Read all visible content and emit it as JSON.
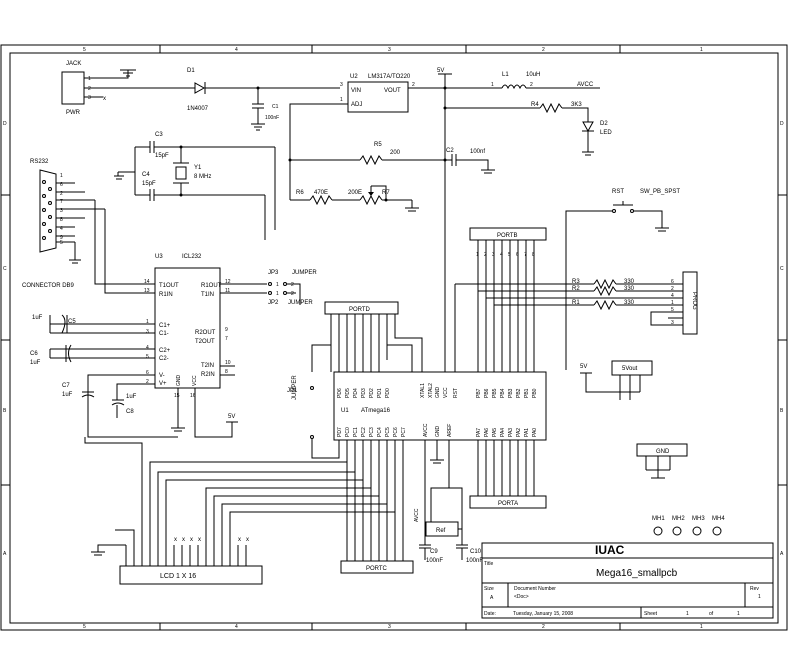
{
  "title_block": {
    "company": "IUAC",
    "title_label": "Title",
    "title": "Mega16_smallpcb",
    "size_label": "Size",
    "size": "A",
    "docnum_label": "Document Number",
    "docnum": "<Doc>",
    "rev_label": "Rev",
    "rev": "1",
    "date_label": "Date:",
    "date": "Tuesday, January 15, 2008",
    "sheet_label": "Sheet",
    "sheet": "1",
    "of_label": "of",
    "sheets": "1"
  },
  "border": {
    "cols": [
      "5",
      "4",
      "3",
      "2",
      "1"
    ],
    "rows": [
      "D",
      "C",
      "B",
      "A"
    ]
  },
  "labels": {
    "jack": "JACK",
    "pwr": "PWR",
    "d1": "D1",
    "d1_part": "1N4007",
    "u2": "U2",
    "u2_part": "LM317A/TO220",
    "vin": "VIN",
    "vout": "VOUT",
    "adj": "ADJ",
    "c1": "C1",
    "c1_val": "100nF",
    "v5": "5V",
    "l1": "L1",
    "l1_val": "10uH",
    "avcc": "AVCC",
    "r4": "R4",
    "r4_val": "3K3",
    "d2": "D2",
    "d2_part": "LED",
    "c3": "C3",
    "c3_val": "15pF",
    "c4": "C4",
    "c4_val": "15pF",
    "y1": "Y1",
    "y1_val": "8 MHz",
    "r5": "R5",
    "r5_val": "200",
    "c2": "C2",
    "c2_val": "100nf",
    "r6": "R6",
    "r6_val": "470E",
    "r7_val": "200E",
    "r7": "R7",
    "rst": "RST",
    "sw": "SW_PB_SPST",
    "rs232": "RS232",
    "connector": "CONNECTOR DB9",
    "u3": "U3",
    "icl": "ICL232",
    "jp3": "JP3",
    "jp3_part": "JUMPER",
    "jp2": "JP2",
    "jp2_part": "JUMPER",
    "portb": "PORTB",
    "portd": "PORTD",
    "porta": "PORTA",
    "portc": "PORTC",
    "r1": "R1",
    "r2": "R2",
    "r3": "R3",
    "r330": "330",
    "prog": "PROG",
    "v5out": "5Vout",
    "gnd_hdr": "GND",
    "c5_val": "1uF",
    "c5": "C5",
    "c6": "C6",
    "c6_val": "1uF",
    "c7": "C7",
    "c7_val": "1uF",
    "c8": "C8",
    "c8_val": "1uF",
    "jp1": "JP1",
    "jp1_part": "JUMPER",
    "u1": "U1",
    "atmega": "ATmega16",
    "ref": "Ref",
    "c9": "C9",
    "c9_val": "100nF",
    "c10": "C10",
    "c10_val": "100nF",
    "lcd": "LCD 1 X 16",
    "mh1": "MH1",
    "mh2": "MH2",
    "mh3": "MH3",
    "mh4": "MH4",
    "avcc2": "AVCC"
  },
  "u3_pins_left": [
    "T1OUT",
    "R1IN",
    "C1+",
    "C1-",
    "C2+",
    "C2-",
    "V-",
    "V+"
  ],
  "u3_pins_right": [
    "R1OUT",
    "T1IN",
    "R2OUT",
    "T2OUT",
    "T2IN",
    "R2IN"
  ],
  "u3_pins_bottom": [
    "GND",
    "VCC"
  ],
  "u1_top": [
    "PD6",
    "PD5",
    "PD4",
    "PD3",
    "PD2",
    "PD1",
    "PD0",
    "XTAL1",
    "XTAL2",
    "GND",
    "VCC",
    "RST",
    "PB7",
    "PB6",
    "PB5",
    "PB4",
    "PB3",
    "PB2",
    "PB1",
    "PB0"
  ],
  "u1_bottom": [
    "PD7",
    "PC0",
    "PC1",
    "PC2",
    "PC3",
    "PC4",
    "PC5",
    "PC6",
    "PC7",
    "AVCC",
    "GND",
    "AREF",
    "PA7",
    "PA6",
    "PA5",
    "PA4",
    "PA3",
    "PA2",
    "PA1",
    "PA0"
  ]
}
